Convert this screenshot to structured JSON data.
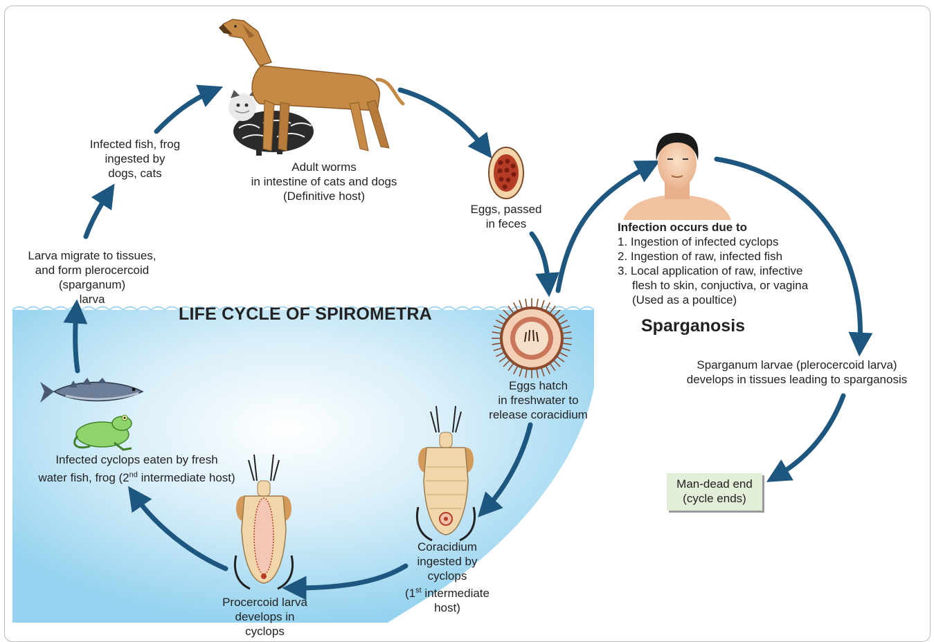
{
  "title": "LIFE CYCLE OF SPIROMETRA",
  "disease": "Sparganosis",
  "colors": {
    "arrow": "#1d567f",
    "water": "#bfe3f5",
    "deadend_box": "#e3eed8"
  },
  "labels": {
    "adult_worms": [
      "Adult worms",
      "in intestine  of cats and dogs",
      "(Definitive host)"
    ],
    "eggs_passed": [
      "Eggs, passed",
      "in feces"
    ],
    "eggs_hatch": [
      "Eggs hatch",
      "in freshwater to",
      "release coracidium"
    ],
    "coracidium": [
      "Coracidium",
      "ingested by",
      "cyclops"
    ],
    "coracidium_host_pre": "(1",
    "coracidium_host_sup": "st",
    "coracidium_host_post": " intermediate",
    "coracidium_host_last": "host)",
    "procercoid": [
      "Procercoid larva",
      "develops in",
      "cyclops"
    ],
    "cyclops_eaten_line1": "Infected cyclops eaten by fresh",
    "cyclops_eaten_line2_pre": "water fish, frog (2",
    "cyclops_eaten_line2_sup": "nd",
    "cyclops_eaten_line2_post": " intermediate host)",
    "larva_migrate": [
      "Larva  migrate to tissues,",
      "and form plerocercoid",
      "(sparganum)",
      "larva"
    ],
    "fish_ingested": [
      "Infected fish, frog",
      "ingested by",
      "dogs, cats"
    ],
    "sparganum": [
      "Sparganum larvae (plerocercoid larva)",
      "develops in tissues leading to sparganosis"
    ],
    "dead_end": [
      "Man-dead end",
      "(cycle ends)"
    ]
  },
  "infection": {
    "heading": "Infection occurs due to",
    "item1": "1. Ingestion of infected cyclops",
    "item2": "2. Ingestion of raw, infected fish",
    "item3": "3. Local application of raw, infective",
    "item3b": "flesh to skin, conjuctiva, or vagina",
    "item3c": "(Used as a poultice)"
  },
  "icons": [
    "dog-icon",
    "cat-icon",
    "egg-icon",
    "human-icon",
    "coracidium-icon",
    "cyclops-icon",
    "fish-icon",
    "frog-icon"
  ]
}
